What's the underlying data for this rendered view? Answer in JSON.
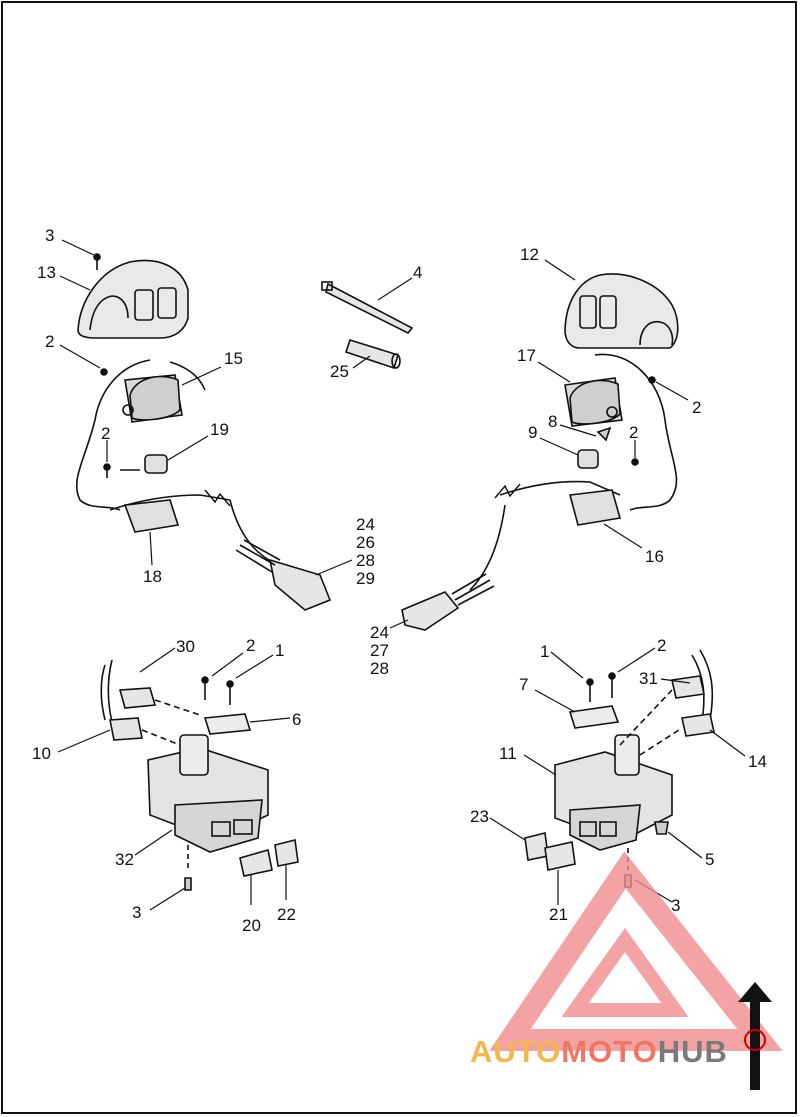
{
  "callouts": {
    "c3a": "3",
    "c13": "13",
    "c2a": "2",
    "c15": "15",
    "c2b": "2",
    "c19": "19",
    "c18": "18",
    "c4": "4",
    "c25": "25",
    "c12": "12",
    "c17": "17",
    "c2c": "2",
    "c8": "8",
    "c9": "9",
    "c2d": "2",
    "c16": "16",
    "s1": [
      "24",
      "26",
      "28",
      "29"
    ],
    "s2": [
      "24",
      "27",
      "28"
    ],
    "c30": "30",
    "c2e": "2",
    "c1a": "1",
    "c6": "6",
    "c10": "10",
    "c32": "32",
    "c3b": "3",
    "c20": "20",
    "c22": "22",
    "c1b": "1",
    "c2f": "2",
    "c7": "7",
    "c31": "31",
    "c11": "11",
    "c14": "14",
    "c23": "23",
    "c5": "5",
    "c21": "21",
    "c3c": "3"
  },
  "watermark": {
    "part1": "AUTO",
    "part2": "MOTO",
    "part3": "HUB",
    "colors": {
      "auto": "#f2b84d",
      "moto": "#ee7763",
      "hub": "#7a7a7a",
      "triangle": "#f08c8c"
    }
  }
}
